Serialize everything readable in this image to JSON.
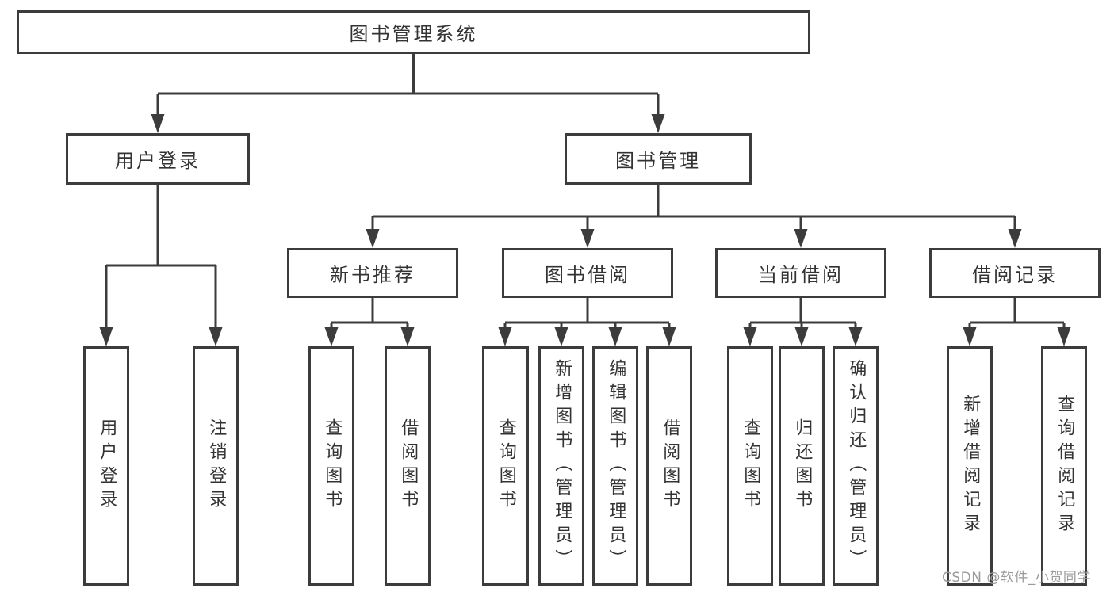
{
  "diagram": {
    "root": {
      "label": "图书管理系统"
    },
    "branches": [
      {
        "label": "用户登录",
        "children": [
          {
            "label": "用户登录"
          },
          {
            "label": "注销登录"
          }
        ]
      },
      {
        "label": "图书管理",
        "children": [
          {
            "label": "新书推荐",
            "children": [
              {
                "label": "查询图书"
              },
              {
                "label": "借阅图书"
              }
            ]
          },
          {
            "label": "图书借阅",
            "children": [
              {
                "label": "查询图书"
              },
              {
                "label": "新增图书（管理员）"
              },
              {
                "label": "编辑图书（管理员）"
              },
              {
                "label": "借阅图书"
              }
            ]
          },
          {
            "label": "当前借阅",
            "children": [
              {
                "label": "查询图书"
              },
              {
                "label": "归还图书"
              },
              {
                "label": "确认归还（管理员）"
              }
            ]
          },
          {
            "label": "借阅记录",
            "children": [
              {
                "label": "新增借阅记录"
              },
              {
                "label": "查询借阅记录"
              }
            ]
          }
        ]
      }
    ]
  },
  "watermark": {
    "text": "CSDN @软件_小贺同学"
  },
  "colors": {
    "line": "#3c3c3c",
    "text": "#333333",
    "watermark": "#9b9b9b",
    "background": "#ffffff"
  }
}
